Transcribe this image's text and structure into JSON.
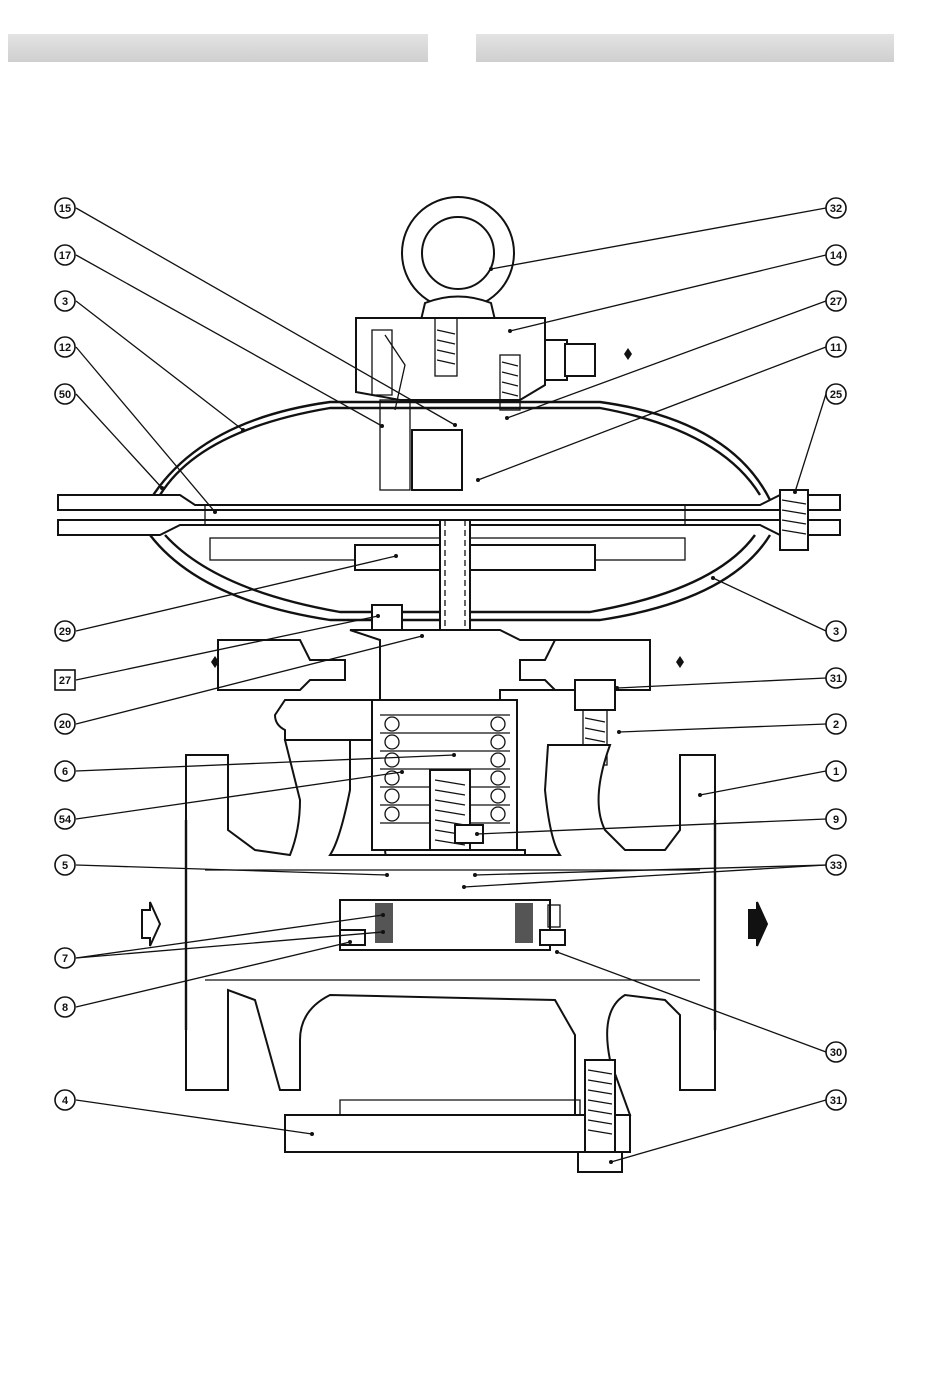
{
  "header": {
    "left_bar": "",
    "right_bar": ""
  },
  "callouts": {
    "left": [
      "15",
      "17",
      "3",
      "12",
      "50",
      "29",
      "27",
      "20",
      "6",
      "54",
      "5",
      "7",
      "8",
      "4"
    ],
    "right": [
      "32",
      "14",
      "27",
      "11",
      "25",
      "3",
      "31",
      "2",
      "1",
      "9",
      "33",
      "30",
      "31"
    ]
  },
  "flow": {
    "inlet_arrow": "hollow-arrow-icon",
    "outlet_arrow": "solid-arrow-icon"
  }
}
